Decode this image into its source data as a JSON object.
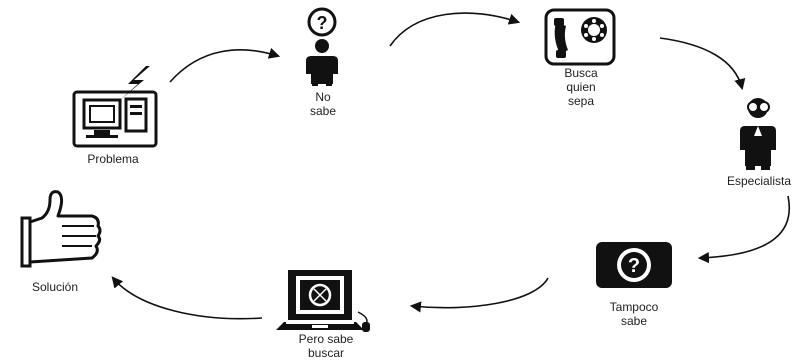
{
  "nodes": {
    "problema": {
      "label": "Problema"
    },
    "no_sabe": {
      "lines": [
        "No",
        "sabe"
      ]
    },
    "busca": {
      "lines": [
        "Busca",
        "quien",
        "sepa"
      ]
    },
    "especialista": {
      "label": "Especialista"
    },
    "tampoco": {
      "lines": [
        "Tampoco",
        "sabe"
      ]
    },
    "pero": {
      "lines": [
        "Pero sabe",
        "buscar"
      ]
    },
    "solucion": {
      "label": "Solución"
    }
  }
}
